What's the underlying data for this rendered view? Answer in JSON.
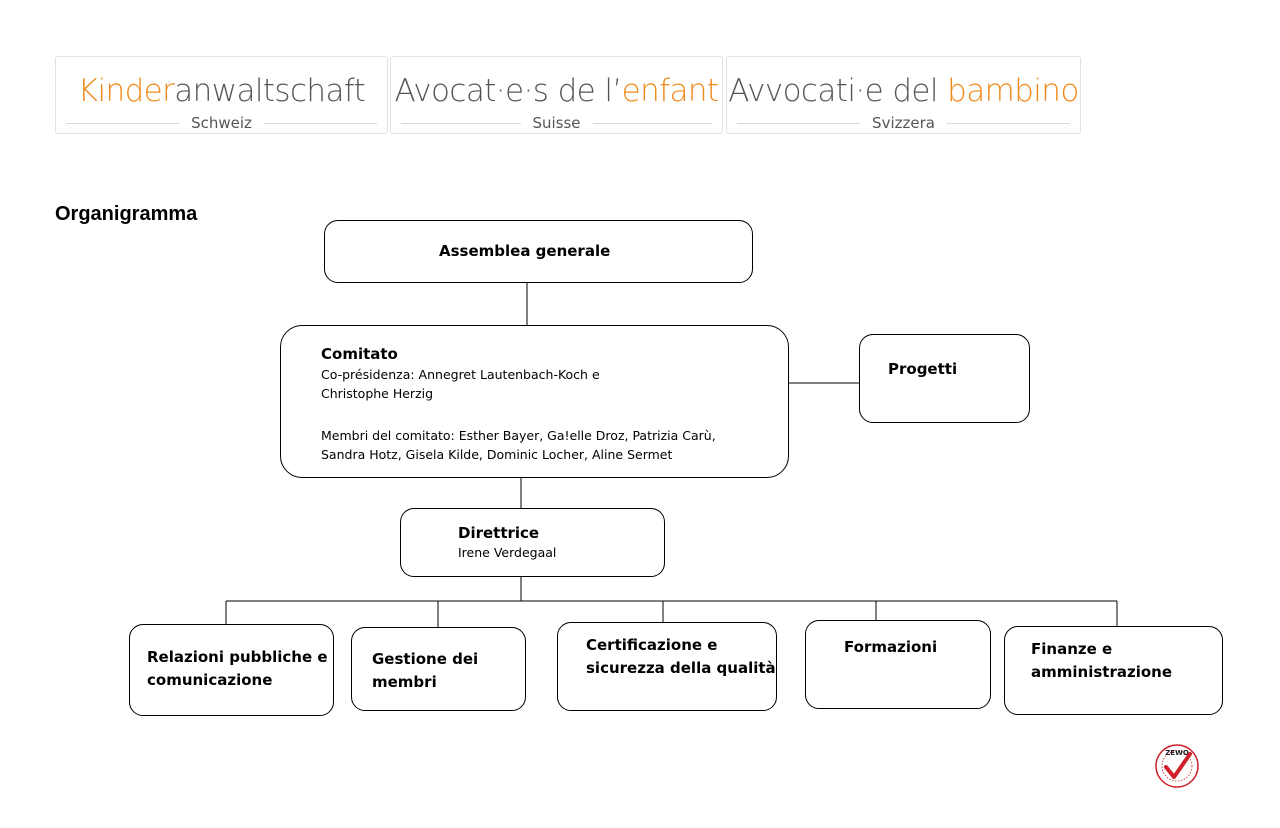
{
  "header": {
    "logos": [
      {
        "pre": "",
        "hl": "Kinder",
        "post": "anwaltschaft",
        "sub": "Schweiz"
      },
      {
        "pre": "Avocat·e·s de l’",
        "hl": "enfant",
        "post": "",
        "sub": "Suisse"
      },
      {
        "pre": "Avvocati·e del ",
        "hl": "bambino",
        "post": "",
        "sub": "Svizzera"
      }
    ]
  },
  "title": "Organigramma",
  "org": {
    "assembly": {
      "title": "Assemblea generale"
    },
    "committee": {
      "title": "Comitato",
      "copres_line1": "Co-présidenza: Annegret Lautenbach-Koch e",
      "copres_line2": "Christophe Herzig",
      "members_line1": "Membri del comitato: Esther Bayer, Ga!elle Droz, Patrizia Carù,",
      "members_line2": "Sandra Hotz, Gisela Kilde, Dominic Locher, Aline Sermet"
    },
    "projects": {
      "title": "Progetti"
    },
    "director": {
      "title": "Direttrice",
      "name": "Irene Verdegaal"
    },
    "departments": [
      {
        "line1": "Relazioni pubbliche e",
        "line2": "comunicazione"
      },
      {
        "line1": "Gestione dei",
        "line2": "membri"
      },
      {
        "line1": "Certificazione e",
        "line2": "sicurezza della qualità"
      },
      {
        "line1": "Formazioni",
        "line2": ""
      },
      {
        "line1": "Finanze e",
        "line2": "amministrazione"
      }
    ]
  },
  "badge": {
    "text": "ZEWO"
  },
  "colors": {
    "accent": "#ef8a1a",
    "text_grey": "#555555",
    "zewo_red": "#d0202a"
  }
}
